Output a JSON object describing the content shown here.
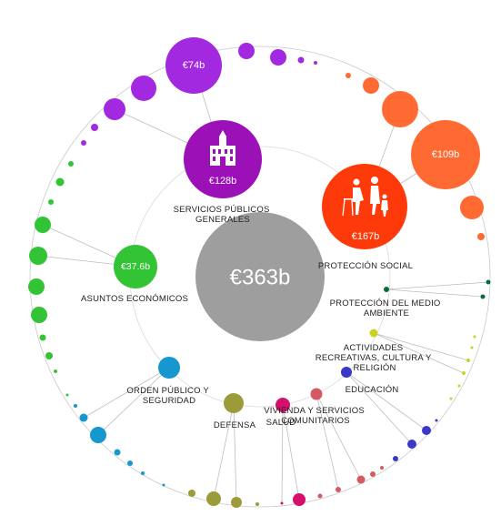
{
  "total": {
    "label": "€363b",
    "color": "#9e9e9e"
  },
  "categories": [
    {
      "id": "servicios-publicos",
      "name_lines": [
        "SERVICIOS PÚBLICOS",
        "GENERALES"
      ],
      "value_label": "€128b",
      "color": "#9c10b8",
      "icon": "town-hall-icon"
    },
    {
      "id": "proteccion-social",
      "name_lines": [
        "PROTECCIÓN SOCIAL"
      ],
      "value_label": "€167b",
      "color": "#ff3a0a",
      "icon": "family-walker-icon"
    },
    {
      "id": "asuntos-economicos",
      "name_lines": [
        "ASUNTOS ECONÓMICOS"
      ],
      "value_label": "€37.6b",
      "color": "#33c435"
    },
    {
      "id": "orden-publico",
      "name_lines": [
        "ORDEN PÚBLICO Y",
        "SEGURIDAD"
      ],
      "color": "#1697cf"
    },
    {
      "id": "defensa",
      "name_lines": [
        "DEFENSA"
      ],
      "color": "#9c9b3a"
    },
    {
      "id": "salud",
      "name_lines": [
        "SALUD"
      ],
      "color": "#d4106c"
    },
    {
      "id": "vivienda",
      "name_lines": [
        "VIVIENDA Y SERVICIOS",
        "COMUNITARIOS"
      ],
      "color": "#d35a63"
    },
    {
      "id": "educacion",
      "name_lines": [
        "EDUCACIÓN"
      ],
      "color": "#3b37c9"
    },
    {
      "id": "actividades-recreativas",
      "name_lines": [
        "ACTIVIDADES",
        "RECREATIVAS, CULTURA Y",
        "RELIGIÓN"
      ],
      "color": "#c9d320"
    },
    {
      "id": "medio-ambiente",
      "name_lines": [
        "PROTECCIÓN DEL MEDIO",
        "AMBIENTE"
      ],
      "color": "#0a6b3a"
    }
  ],
  "outer_labels": {
    "servicios_publicos_top": "€74b",
    "proteccion_social_top": "€109b"
  }
}
